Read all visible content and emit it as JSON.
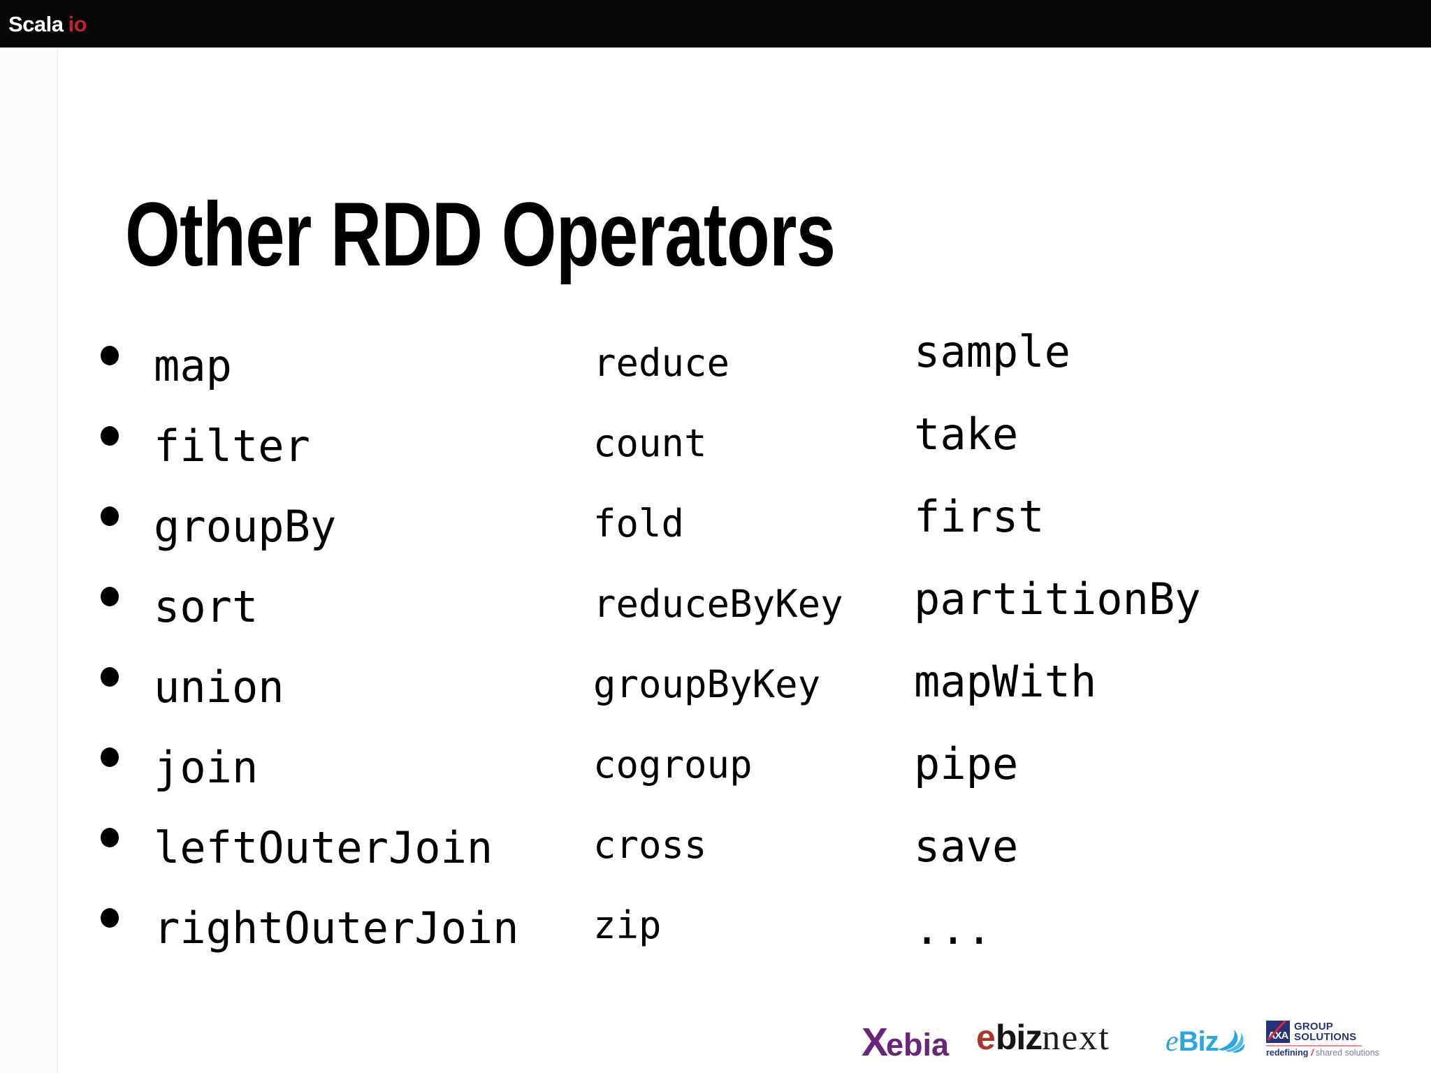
{
  "top_bar": {
    "brand_scala": "Scala",
    "brand_io": "io"
  },
  "slide": {
    "title": "Other RDD Operators",
    "columns": [
      {
        "bulleted": true,
        "items": [
          "map",
          "filter",
          "groupBy",
          "sort",
          "union",
          "join",
          "leftOuterJoin",
          "rightOuterJoin"
        ]
      },
      {
        "bulleted": false,
        "items": [
          "reduce",
          "count",
          "fold",
          "reduceByKey",
          "groupByKey",
          "cogroup",
          "cross",
          "zip"
        ]
      },
      {
        "bulleted": false,
        "items": [
          "sample",
          "take",
          "first",
          "partitionBy",
          "mapWith",
          "pipe",
          "save",
          "..."
        ]
      }
    ]
  },
  "sponsors": {
    "xebia": {
      "initial": "X",
      "rest": "ebia",
      "color": "#682579"
    },
    "ebiznext": {
      "e": "e",
      "biz": "biz",
      "next": "next",
      "e_color": "#a8382e"
    },
    "ebiz": {
      "e": "e",
      "biz": "Biz",
      "color": "#2ba7df"
    },
    "axa": {
      "monogram": "AXA",
      "line1": "GROUP",
      "line2": "SOLUTIONS",
      "tagline_bold": "redefining",
      "tagline_slash": "/",
      "tagline_rest": "shared solutions",
      "blue": "#25337b",
      "red": "#e2262c"
    }
  },
  "colors": {
    "bar_bg": "#070707",
    "accent_red": "#c41f33",
    "slide_bg": "#ffffff",
    "text": "#000000"
  }
}
